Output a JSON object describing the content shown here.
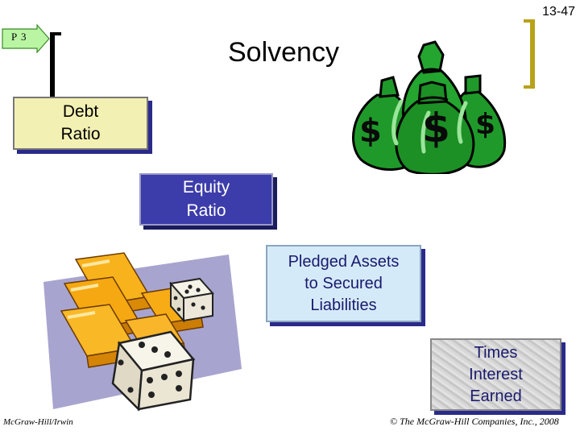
{
  "slide_number": "13-47",
  "tag": {
    "label": "P 3"
  },
  "title": "Solvency",
  "ratios": {
    "debt": {
      "line1": "Debt",
      "line2": "Ratio"
    },
    "equity": {
      "line1": "Equity",
      "line2": "Ratio"
    },
    "pledged": {
      "line1": "Pledged Assets",
      "line2": "to Secured",
      "line3": "Liabilities"
    },
    "times_interest": {
      "line1": "Times",
      "line2": "Interest",
      "line3": "Earned"
    }
  },
  "footer": {
    "left": "McGraw-Hill/Irwin",
    "right": "© The McGraw-Hill Companies, Inc., 2008"
  },
  "images": {
    "money_bags": {
      "symbol": "$",
      "icon": "money-bags-icon"
    },
    "gold_and_dice": {
      "icon": "gold-bars-dice-icon"
    }
  },
  "colors": {
    "debt_box": "#f3f0b4",
    "equity_box": "#3c3caa",
    "pledged_box": "#d5eaf8",
    "times_box": "#d0d0d0",
    "box_shadow": "#2a2a8a",
    "money_green": "#1f9a2a",
    "tag_green": "#b9f5a2"
  }
}
